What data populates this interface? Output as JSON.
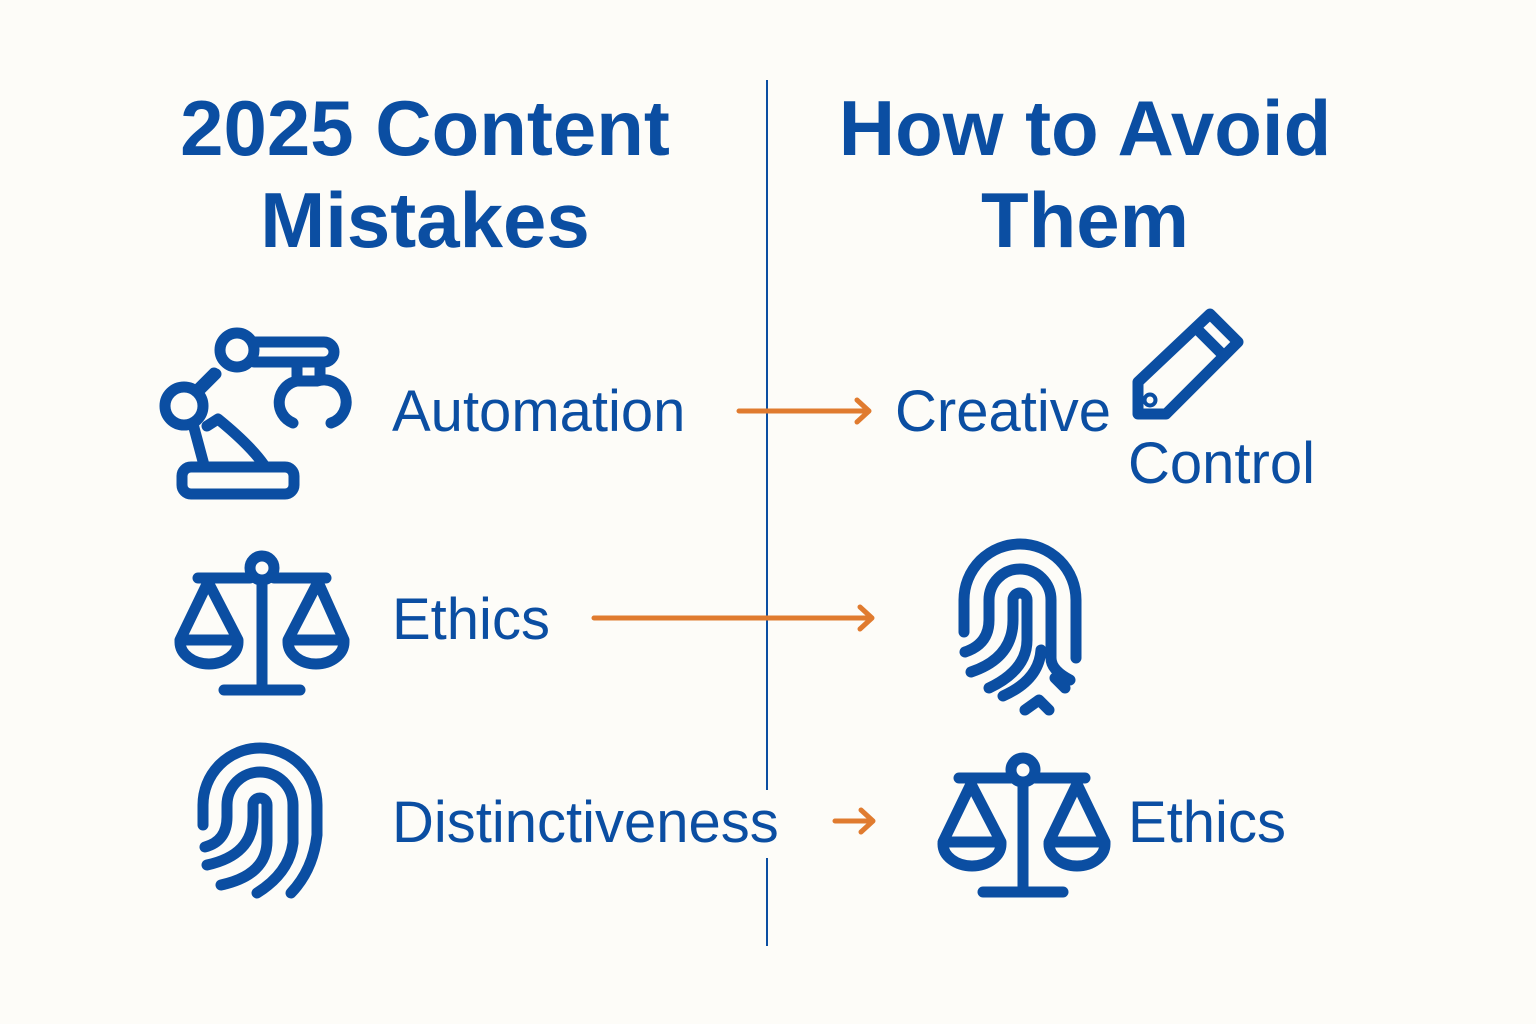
{
  "left_column": {
    "title_line1": "2025 Content",
    "title_line2": "Mistakes",
    "items": [
      {
        "label": "Automation",
        "icon": "robot-arm-icon"
      },
      {
        "label": "Ethics",
        "icon": "scales-icon"
      },
      {
        "label": "Distinctiveness",
        "icon": "fingerprint-icon"
      }
    ]
  },
  "right_column": {
    "title_line1": "How to Avoid",
    "title_line2": "Them",
    "items": [
      {
        "label_line1": "Creative",
        "label_line2": "Control",
        "icon": "pencil-icon"
      },
      {
        "label": "",
        "icon": "fingerprint-icon"
      },
      {
        "label": "Ethics",
        "icon": "scales-icon"
      }
    ]
  },
  "colors": {
    "primary": "#0B4EA2",
    "arrow": "#E07B2F",
    "background": "#FDFCF8"
  }
}
